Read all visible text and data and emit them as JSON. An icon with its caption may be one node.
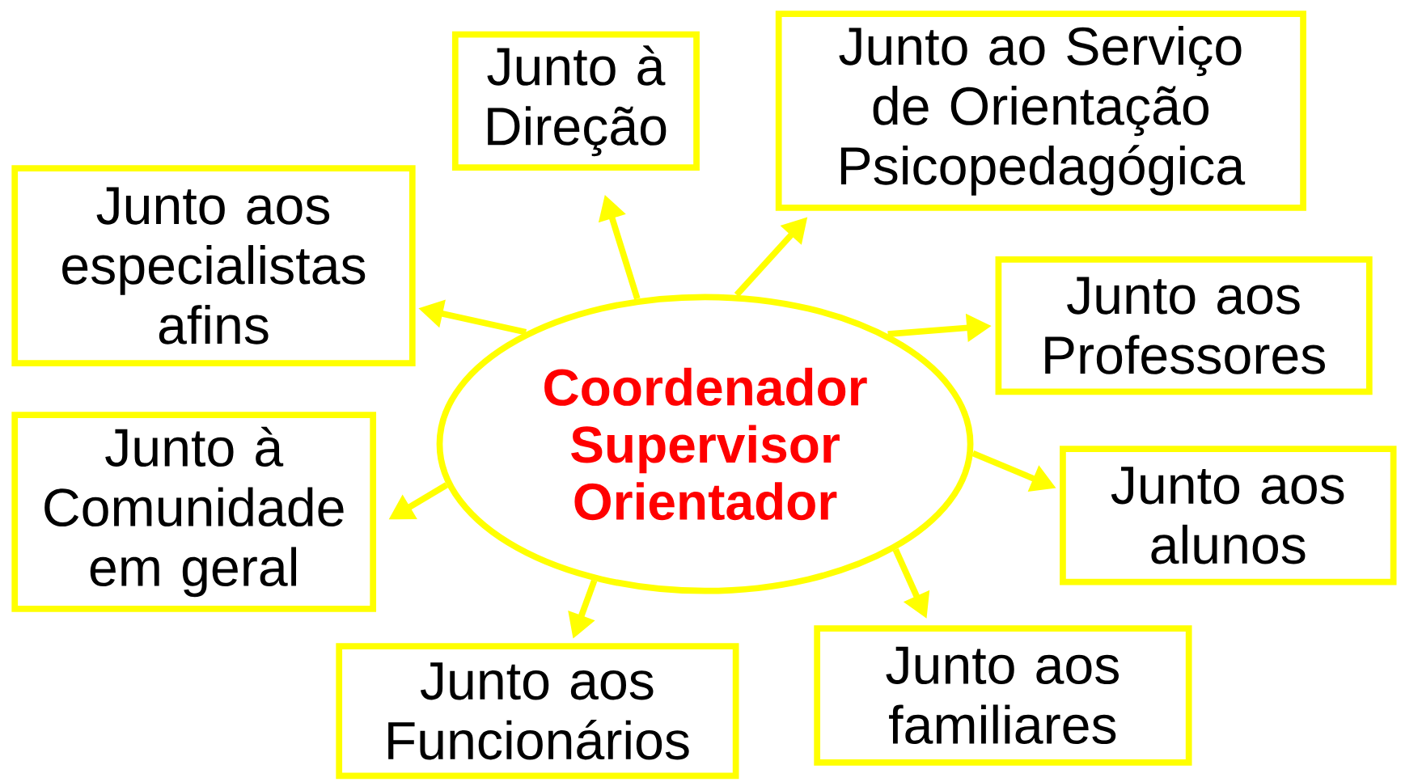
{
  "diagram": {
    "nodes": [
      {
        "text": [
          "Coordenador Supervisor Orientador"
        ]
      },
      {
        "text": [
          "Junto à Direção"
        ]
      },
      {
        "text": [
          "Junto ao Serviço de Orientação Psicopedagógica"
        ]
      },
      {
        "text": [
          "Junto aos especialistas afins"
        ]
      },
      {
        "text": [
          "Junto aos Professores"
        ]
      },
      {
        "text": [
          "Junto à Comunidade em geral"
        ]
      },
      {
        "text": [
          "Junto aos alunos"
        ]
      },
      {
        "text": [
          "Junto aos Funcionários"
        ]
      },
      {
        "text": [
          "Junto aos familiares"
        ]
      }
    ],
    "edges": [
      {
        "from": 0,
        "to": 1,
        "arrow": "to"
      },
      {
        "from": 0,
        "to": 2,
        "arrow": "to"
      },
      {
        "from": 0,
        "to": 3,
        "arrow": "to"
      },
      {
        "from": 0,
        "to": 4,
        "arrow": "to"
      },
      {
        "from": 0,
        "to": 5,
        "arrow": "to"
      },
      {
        "from": 0,
        "to": 6,
        "arrow": "to"
      },
      {
        "from": 0,
        "to": 7,
        "arrow": "to"
      },
      {
        "from": 0,
        "to": 8,
        "arrow": "to"
      }
    ]
  }
}
